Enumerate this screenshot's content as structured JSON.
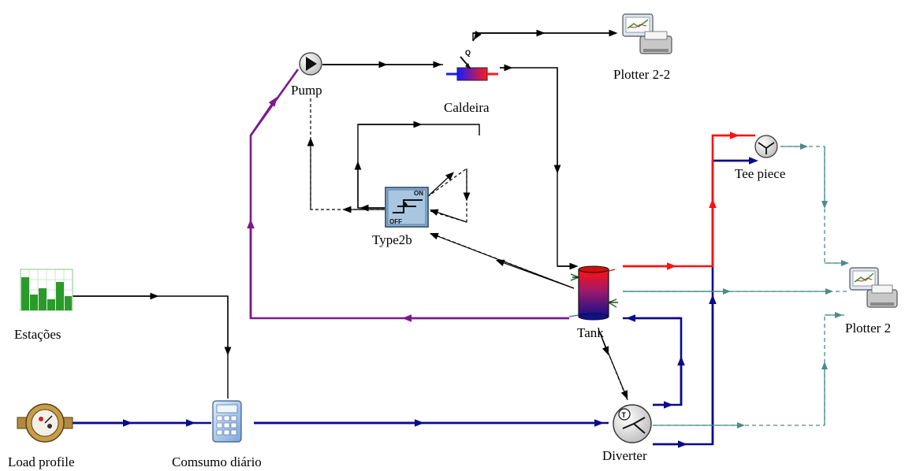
{
  "components": {
    "pump": "Pump",
    "caldeira": "Caldeira",
    "plotter_top": "Plotter 2-2",
    "tee_piece": "Tee piece",
    "type2b": "Type2b",
    "tank": "Tank",
    "plotter_right": "Plotter 2",
    "estacoes": "Estações",
    "load_profile": "Load profile",
    "consumo": "Comsumo diário",
    "diverter": "Diverter"
  },
  "glyphs": {
    "caldeira_q": "Q",
    "controller_on": "ON",
    "controller_off": "OFF",
    "diverter_t": "T"
  },
  "icons": {
    "pump": "pump-icon",
    "caldeira": "heater-icon",
    "plotter": "plotter-printer-icon",
    "tee_piece": "tee-piece-icon",
    "type2b": "on-off-controller-icon",
    "tank": "storage-tank-icon",
    "estacoes": "bar-chart-icon",
    "load_profile": "water-meter-icon",
    "consumo": "calculator-icon",
    "diverter": "diverter-valve-icon"
  },
  "colors": {
    "hot_water": "#ff1010",
    "cold_water": "#0a0a8c",
    "return_loop": "#7a1a8c",
    "control_signal": "#000000",
    "output_signal": "#4a8c8c"
  }
}
